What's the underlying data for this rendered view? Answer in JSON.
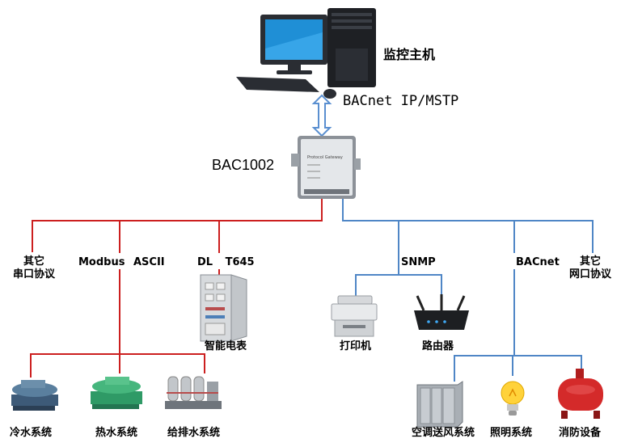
{
  "colors": {
    "red": "#cc1f1f",
    "blue": "#4f86c6",
    "arrow": "#5a8fd0"
  },
  "nodes": {
    "host": "监控主机",
    "protocol_top": "BACnet IP/MSTP",
    "gateway": "BAC1002",
    "gateway_panel": "Protocol Gateway"
  },
  "left_branch": {
    "serial": "其它\n串口协议",
    "modbus": "Modbus ASCII",
    "dl": "DL T645",
    "meter": "智能电表",
    "chiller": "冷水系统",
    "heater": "热水系统",
    "water": "给排水系统"
  },
  "right_branch": {
    "snmp": "SNMP",
    "bacnet": "BACnet",
    "other_net": "其它\n网口协议",
    "printer": "打印机",
    "router": "路由器",
    "hvac": "空调送风系统",
    "lighting": "照明系统",
    "fire": "消防设备"
  }
}
